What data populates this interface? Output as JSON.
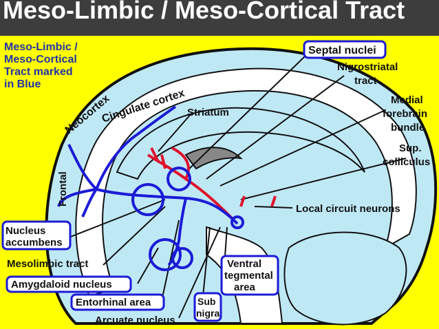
{
  "title": "Meso-Limbic  / Meso-Cortical Tract",
  "legend_note": [
    "Meso-Limbic /",
    "Meso-Cortical",
    "Tract marked",
    "in Blue"
  ],
  "labels": {
    "neocortex": "Neocortex",
    "cingulate": "Cingulate cortex",
    "striatum": "Striatum",
    "frontal": "Frontal",
    "septal": "Septal nuclei",
    "nigrostriatal_1": "Nigrostriatal",
    "nigrostriatal_2": "tract",
    "medial_1": "Medial",
    "medial_2": "forebrain",
    "medial_3": "bundle",
    "sup_1": "Sup.",
    "sup_2": "colliculus",
    "local": "Local circuit neurons",
    "nucleus_1": "Nucleus",
    "nucleus_2": "accumbens",
    "mesolimbic": "Mesolimbic tract",
    "amygdaloid": "Amygdaloid nucleus",
    "entorhinal": "Entorhinal area",
    "arcuate": "Arcuate nucleus",
    "ventral_1": "Ventral",
    "ventral_2": "tegmental",
    "ventral_3": "area",
    "sub_1": "Sub",
    "sub_2": "nigra"
  },
  "colors": {
    "background": "#ffff00",
    "title_bar": "#3d3d3d",
    "brain_fill": "#bfe8f5",
    "tract_blue": "#1b1bd6",
    "nigro_red": "#e0102a",
    "outline": "#111111"
  }
}
